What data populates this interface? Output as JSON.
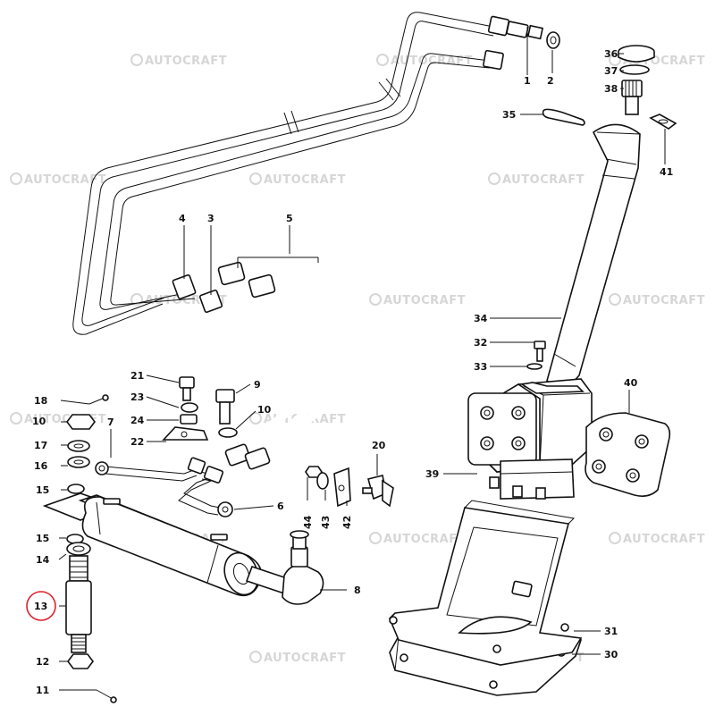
{
  "watermark": "AUTOCRAFT",
  "highlight_color": "#d9232e",
  "highlighted_label": "13",
  "labels": {
    "l1": "1",
    "l2": "2",
    "l3": "3",
    "l4": "4",
    "l5": "5",
    "l6": "6",
    "l7": "7",
    "l8": "8",
    "l9": "9",
    "l10": "10",
    "l10b": "10",
    "l11": "11",
    "l12": "12",
    "l13": "13",
    "l14": "14",
    "l15": "15",
    "l15b": "15",
    "l16": "16",
    "l17": "17",
    "l18": "18",
    "l19": "19",
    "l20": "20",
    "l21": "21",
    "l22": "22",
    "l23": "23",
    "l24": "24",
    "l30": "30",
    "l31": "31",
    "l32": "32",
    "l33": "33",
    "l34": "34",
    "l35": "35",
    "l36": "36",
    "l37": "37",
    "l38": "38",
    "l39": "39",
    "l40": "40",
    "l41": "41",
    "l42": "42",
    "l43": "43",
    "l44": "44"
  }
}
